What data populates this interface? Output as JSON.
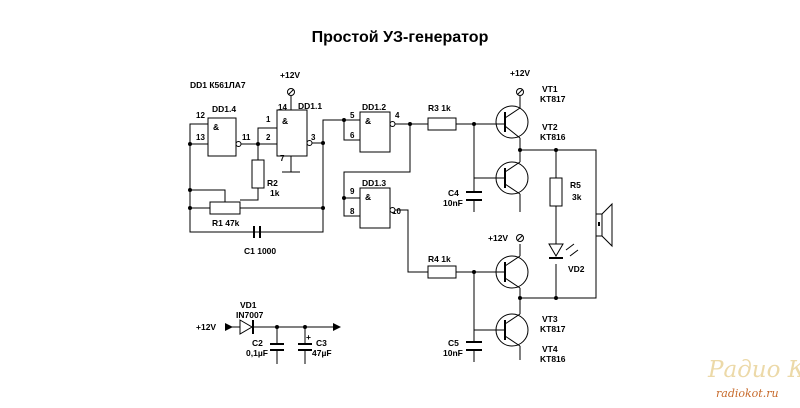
{
  "title": "Простой УЗ-генератор",
  "chip": "DD1 К561ЛА7",
  "gates": {
    "dd14": {
      "name": "DD1.4",
      "sym": "&",
      "pins": [
        "12",
        "13",
        "11"
      ]
    },
    "dd11": {
      "name": "DD1.1",
      "sym": "&",
      "pins": [
        "1",
        "2",
        "3"
      ],
      "vcc_pin": "14",
      "gnd_pin": "7"
    },
    "dd12": {
      "name": "DD1.2",
      "sym": "&",
      "pins": [
        "5",
        "6",
        "4"
      ]
    },
    "dd13": {
      "name": "DD1.3",
      "sym": "&",
      "pins": [
        "9",
        "8",
        "10"
      ]
    }
  },
  "supply": "+12V",
  "parts": {
    "r2": {
      "name": "R2",
      "value": "1k"
    },
    "r1": "R1 47k",
    "c1": "C1 1000",
    "r3": "R3 1k",
    "r4": "R4 1k",
    "c4": {
      "name": "C4",
      "value": "10nF"
    },
    "c5": {
      "name": "C5",
      "value": "10nF"
    },
    "r5": {
      "name": "R5",
      "value": "3k"
    },
    "vd2": "VD2",
    "vt1": {
      "name": "VT1",
      "type": "KT817"
    },
    "vt2": {
      "name": "VT2",
      "type": "KT816"
    },
    "vt3": {
      "name": "VT3",
      "type": "KT817"
    },
    "vt4": {
      "name": "VT4",
      "type": "KT816"
    },
    "vd1": {
      "name": "VD1",
      "type": "IN7007"
    },
    "c2": {
      "name": "C2",
      "value": "0,1µF"
    },
    "c3": {
      "name": "C3",
      "value": "47µF",
      "polarity": "+"
    }
  },
  "watermark": {
    "main": "Радио КОТ",
    "url": "radiokot.ru"
  }
}
